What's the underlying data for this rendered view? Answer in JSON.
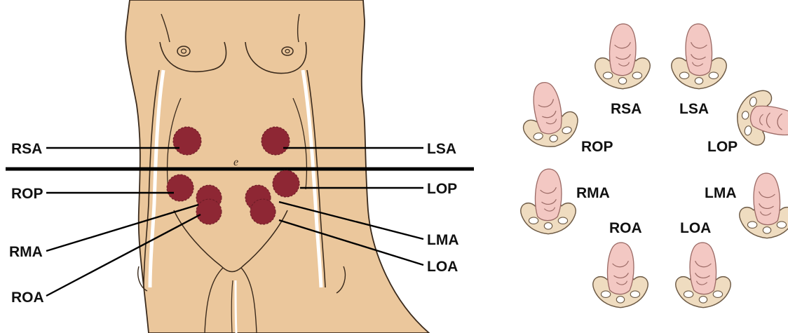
{
  "colors": {
    "skin": "#EBC79C",
    "outline": "#3a2a1c",
    "spot": "#8E2734",
    "line": "#000000",
    "fetus_skin": "#F3C8C3",
    "pelvis": "#EFDCC0"
  },
  "left_panel": {
    "labels": {
      "rsa": "RSA",
      "rop": "ROP",
      "rma": "RMA",
      "roa": "ROA",
      "lsa": "LSA",
      "lop": "LOP",
      "lma": "LMA",
      "loa": "LOA"
    }
  },
  "right_panel": {
    "labels": {
      "rsa": "RSA",
      "lsa": "LSA",
      "rop": "ROP",
      "lop": "LOP",
      "rma": "RMA",
      "lma": "LMA",
      "roa": "ROA",
      "loa": "LOA"
    }
  }
}
